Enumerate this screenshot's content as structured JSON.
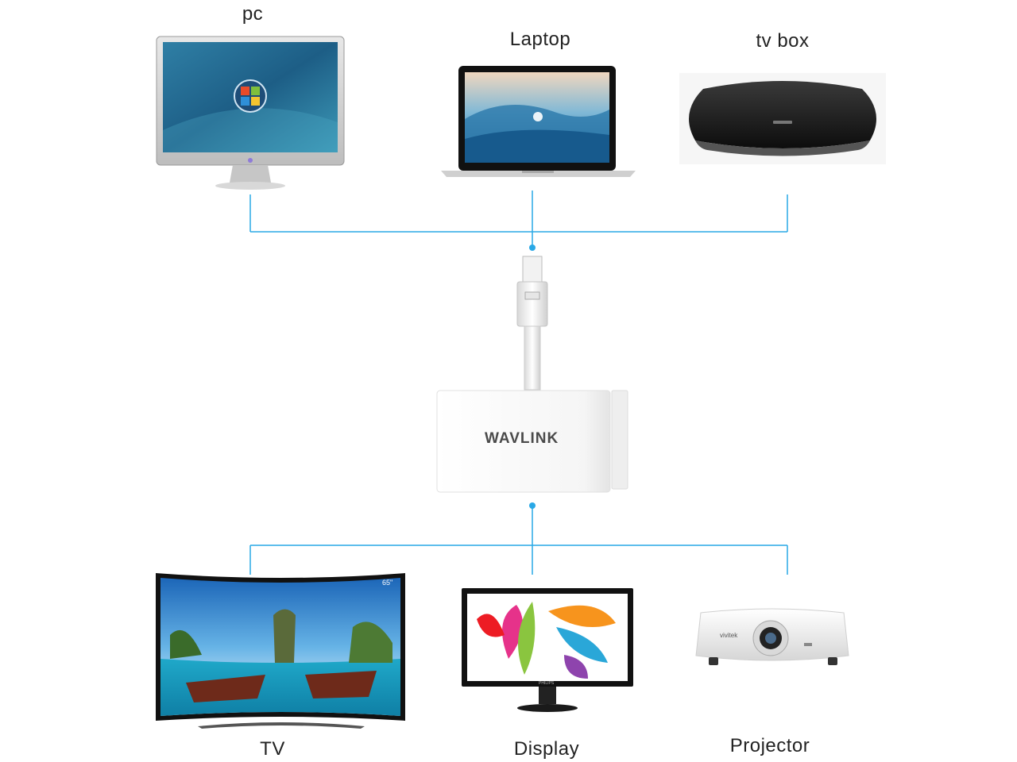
{
  "sources": {
    "pc": {
      "label": "pc"
    },
    "laptop": {
      "label": "Laptop"
    },
    "tvbox": {
      "label": "tv box"
    }
  },
  "adapter": {
    "brand": "WAVLINK"
  },
  "outputs": {
    "tv": {
      "label": "TV",
      "size_badge": "65\""
    },
    "display": {
      "label": "Display",
      "brand": "PHILIPS"
    },
    "projector": {
      "label": "Projector",
      "brand": "vivitek"
    }
  },
  "colors": {
    "connector_line": "#29a8e6"
  }
}
